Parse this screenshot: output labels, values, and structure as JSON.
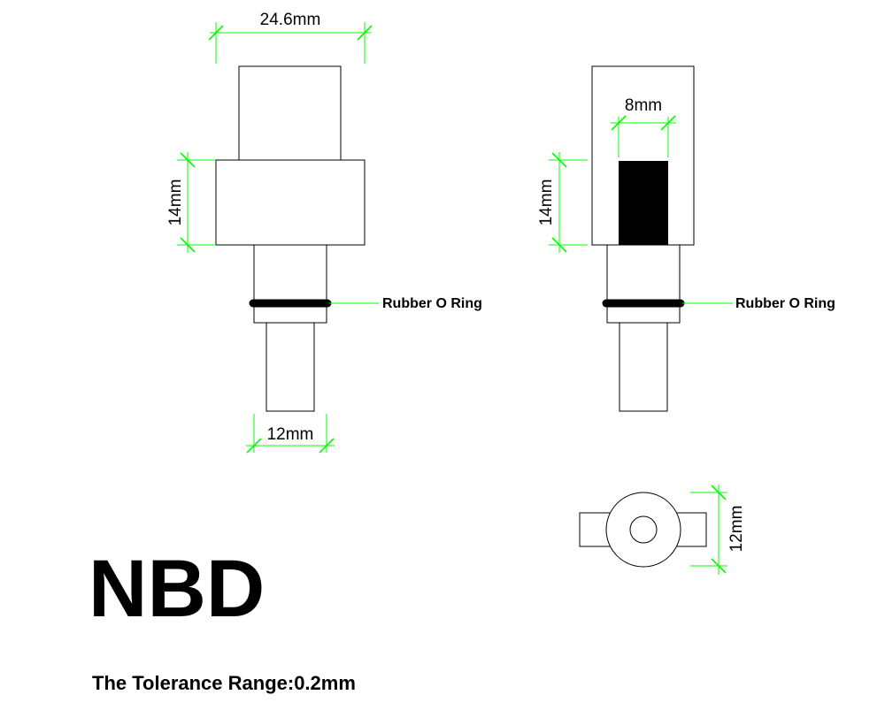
{
  "dimensions": {
    "top_width": "24.6mm",
    "left_height": "14mm",
    "bottom_width": "12mm",
    "slot_width": "8mm",
    "right_height": "14mm",
    "end_view_height": "12mm"
  },
  "labels": {
    "left_oring": "Rubber O Ring",
    "right_oring": "Rubber O Ring"
  },
  "model_name": "NBD",
  "tolerance_text": "The Tolerance Range:0.2mm",
  "colors": {
    "dimension_line": "#00ff00",
    "outline": "#000000",
    "background": "#ffffff"
  }
}
